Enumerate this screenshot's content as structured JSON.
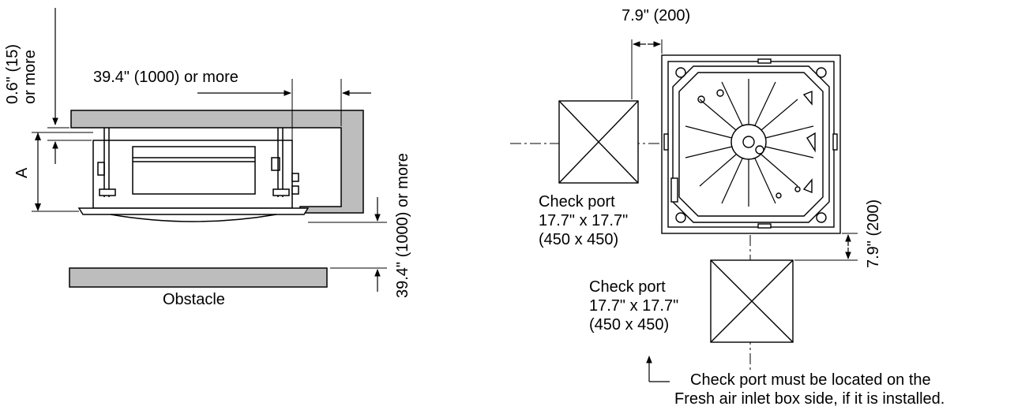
{
  "side_view": {
    "top_clearance": {
      "value": "0.6\" (15)",
      "suffix": "or more"
    },
    "side_clearance": "39.4\" (1000) or more",
    "height_label": "A",
    "bottom_clearance": "39.4\" (1000) or more",
    "obstacle_label": "Obstacle",
    "colors": {
      "obstacle_fill": "#bdbdbd",
      "line": "#000000"
    }
  },
  "top_view": {
    "gap_top": "7.9\" (200)",
    "gap_right": "7.9\" (200)",
    "check_port_left": {
      "line1": "Check port",
      "line2": "17.7\" x 17.7\"",
      "line3": "(450 x 450)"
    },
    "check_port_bottom": {
      "line1": "Check port",
      "line2": "17.7\" x 17.7\"",
      "line3": "(450 x 450)"
    },
    "note": {
      "line1": "Check port must be located on the",
      "line2": "Fresh air inlet box side, if it is installed."
    }
  }
}
